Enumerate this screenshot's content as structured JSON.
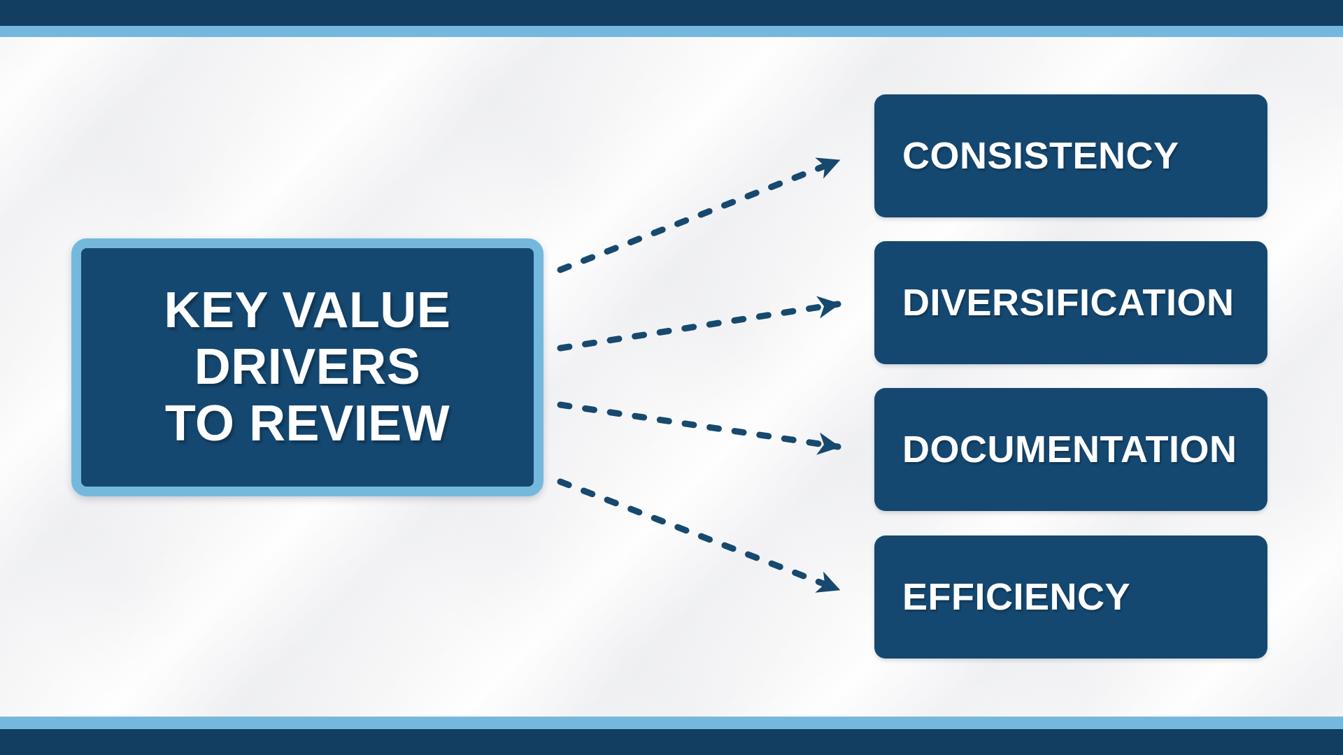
{
  "main_box": {
    "line1": "KEY VALUE",
    "line2": "DRIVERS",
    "line3": "TO REVIEW"
  },
  "drivers": [
    {
      "label": "CONSISTENCY"
    },
    {
      "label": "DIVERSIFICATION"
    },
    {
      "label": "DOCUMENTATION"
    },
    {
      "label": "EFFICIENCY"
    }
  ],
  "colors": {
    "top_bar_navy": "#113E61",
    "box_navy": "#154870",
    "arrow_color": "#17496E",
    "light_blue": "#74B9DD",
    "bg": "#F6F6F7",
    "text_white": "#FFFFFF"
  }
}
